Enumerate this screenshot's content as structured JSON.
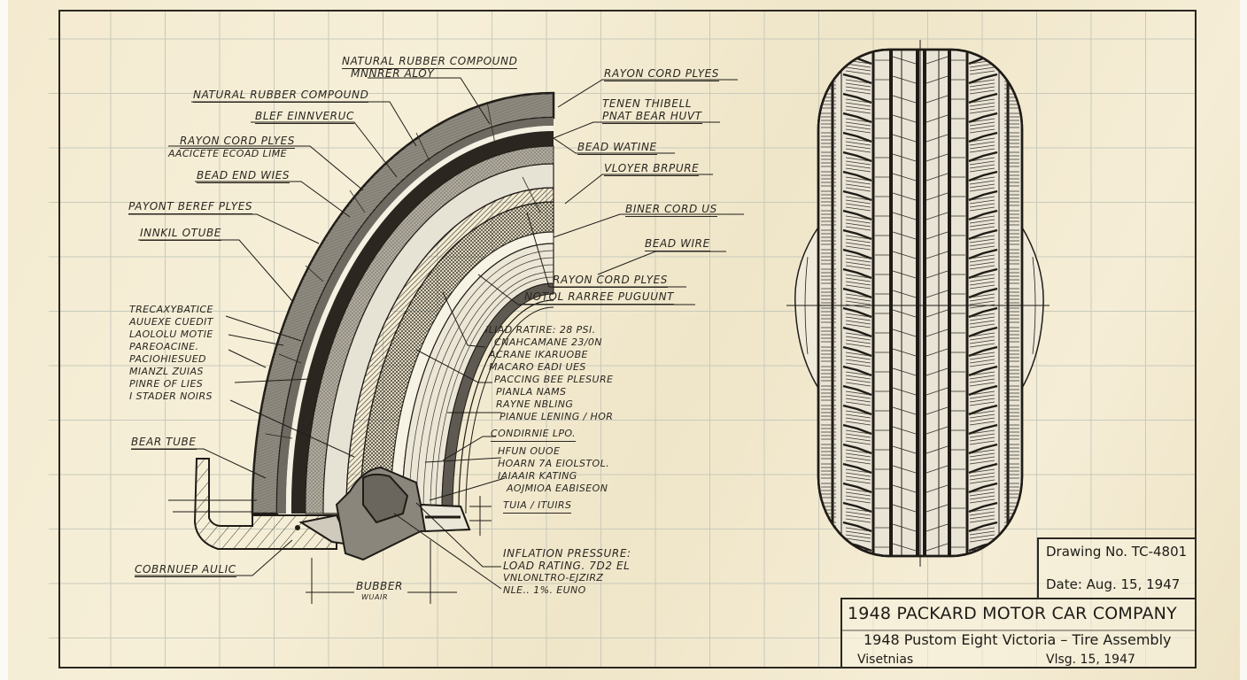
{
  "drawing": {
    "title_block": {
      "drawing_no": "Drawing No. TC-4801",
      "date": "Date: Aug. 15, 1947",
      "company": "1948 PACKARD MOTOR CAR COMPANY",
      "subject": "1948 Pustom Eight Victoria – Tire Assembly",
      "footer_left": "Visetnias",
      "footer_right": "Vlsg. 15, 1947"
    },
    "cross_section_labels": {
      "left": [
        "Natural Rubber Compound",
        "Mnnrer Aloy",
        "Natural Rubber Compound",
        "Blef Einnveruc",
        "Rayon Cord Plyes",
        "Aacicete Ecoad Lime",
        "Bead End Wies",
        "Payont Beref Plyes",
        "Innkil Otube"
      ],
      "left_block": [
        "Trecaxybatice",
        "Auuexe Cuedit",
        "Laololu Motie",
        "Pareoacine.",
        "Paciohiesued",
        "Mianzl Zuias",
        "Pinre Of Lies",
        "I Stader Noirs"
      ],
      "bear_tube": "Bear Tube",
      "corner_label": "Cobrnuep Aulic",
      "dimension_label": "Bubber",
      "dimension_sublabel": "Wuair",
      "right": [
        "Rayon Cord Plyes",
        "Tenen Thibell",
        "Pnat Bear Huvt",
        "Bead Watine",
        "Vloyer Brpure",
        "Biner Cord Us",
        "Bead Wire",
        "Rayon Cord Plyes",
        "Notol Rarree Puguunt"
      ],
      "center_block": [
        "Iliad Ratire: 28 PSI.",
        "Cnahcamane 23/0n",
        "Acrane Ikaruobe",
        "Macaro Eadi Ues",
        "Paccing Bee Plesure",
        "Pianla Nams",
        "Rayne Nbling",
        "Pianue Lening / Hor",
        "Condirnie Lpo.",
        "Hfun Ouoe",
        "Hoarn 7a Eiolstol.",
        "Iaiaair Kating",
        "Aojmioa Eabiseon",
        "Tuia / Ituirs"
      ],
      "bottom_block": [
        "Inflation Pressure:",
        "Load Rating. 7d2 el",
        "Vnlonltro-ejzirz",
        "Nle.. 1%. Euno"
      ]
    }
  },
  "colors": {
    "paper": "#f3ead0",
    "ink": "#2a2620",
    "grid": "#c9c9b8"
  }
}
